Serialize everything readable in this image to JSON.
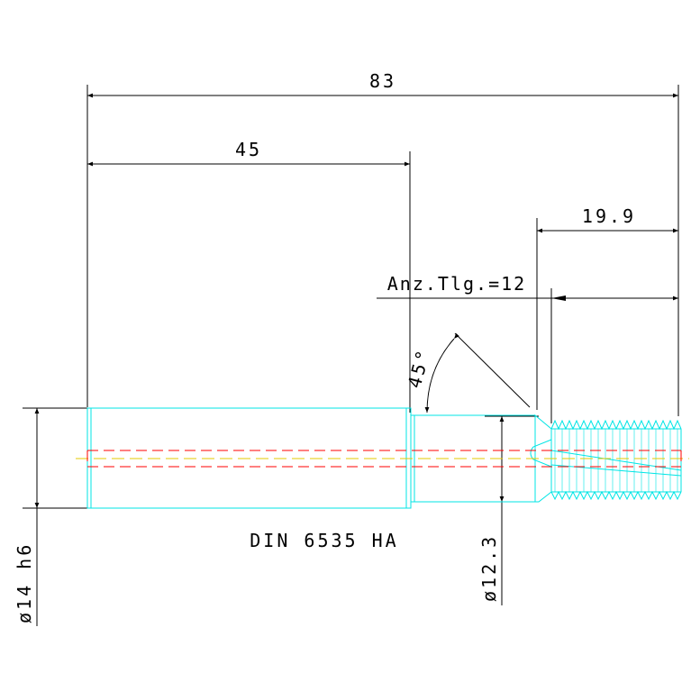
{
  "dimensions": {
    "overall_length": "83",
    "shank_length": "45",
    "thread_length": "19.9",
    "teeth_count": "Anz.Tlg.=12",
    "chamfer_angle": "45°",
    "shank_diameter": "ø14 h6",
    "neck_diameter": "ø12.3"
  },
  "standard_label": "DIN 6535 HA",
  "colors": {
    "outline": "#00e5e5",
    "center_line_red": "#ff0000",
    "center_line_yellow": "#e5c800",
    "dimension": "#000000"
  }
}
